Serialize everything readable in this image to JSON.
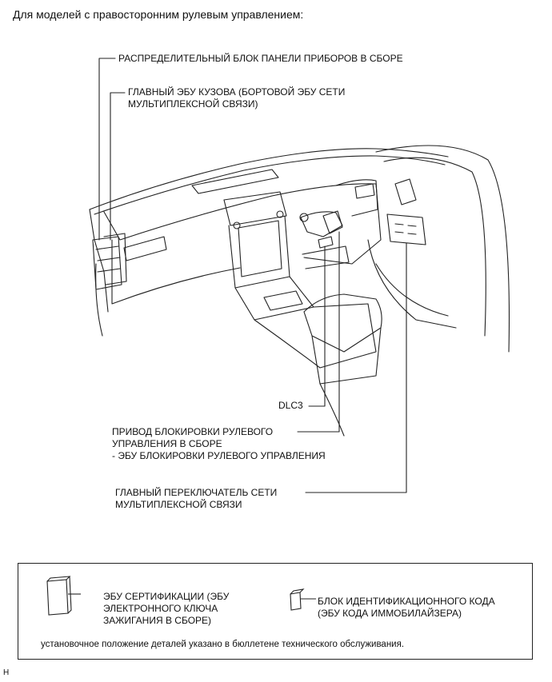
{
  "heading": "Для моделей с правосторонним рулевым управлением:",
  "callouts": {
    "dash_junction_block": "РАСПРЕДЕЛИТЕЛЬНЫЙ БЛОК ПАНЕЛИ ПРИБОРОВ В СБОРЕ",
    "main_body_ecu_line1": "ГЛАВНЫЙ ЭБУ КУЗОВА (БОРТОВОЙ ЭБУ СЕТИ",
    "main_body_ecu_line2": "МУЛЬТИПЛЕКСНОЙ СВЯЗИ)",
    "dlc3": "DLC3",
    "steering_lock_line1": "ПРИВОД БЛОКИРОВКИ РУЛЕВОГО",
    "steering_lock_line2": "УПРАВЛЕНИЯ В СБОРЕ",
    "steering_lock_line3": "- ЭБУ БЛОКИРОВКИ РУЛЕВОГО УПРАВЛЕНИЯ",
    "master_switch_line1": "ГЛАВНЫЙ ПЕРЕКЛЮЧАТЕЛЬ СЕТИ",
    "master_switch_line2": "МУЛЬТИПЛЕКСНОЙ СВЯЗИ"
  },
  "legend": {
    "certification_ecu_line1": "ЭБУ СЕРТИФИКАЦИИ (ЭБУ",
    "certification_ecu_line2": "ЭЛЕКТРОННОГО КЛЮЧА",
    "certification_ecu_line3": "ЗАЖИГАНИЯ В СБОРЕ)",
    "id_code_box_line1": "БЛОК ИДЕНТИФИКАЦИОННОГО КОДА",
    "id_code_box_line2": "(ЭБУ КОДА ИММОБИЛАЙЗЕРА)",
    "note": "установочное положение деталей указано в бюллетене технического обслуживания."
  },
  "figure_code": "H"
}
